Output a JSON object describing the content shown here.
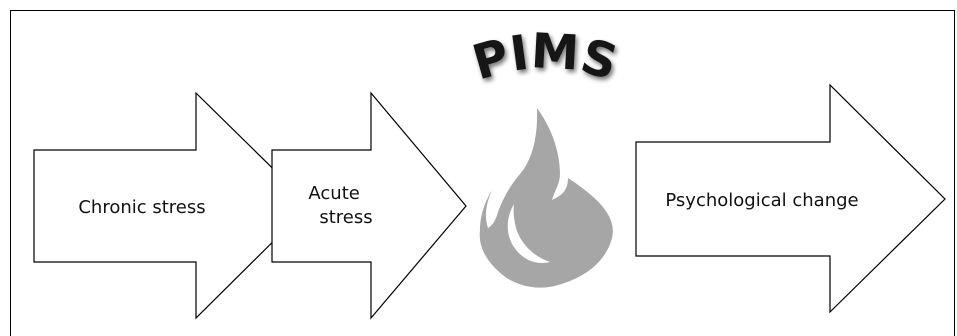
{
  "diagram": {
    "title": "PIMS",
    "steps": [
      {
        "label_lines": [
          "Chronic stress"
        ]
      },
      {
        "label_lines": [
          "Acute",
          "stress"
        ]
      },
      {
        "label_lines": [
          "Psychological change"
        ]
      }
    ]
  },
  "colors": {
    "outline": "#000000",
    "flame": "#a6a6a6",
    "title": "#141414"
  },
  "icons": {
    "flame": "flame-icon"
  }
}
